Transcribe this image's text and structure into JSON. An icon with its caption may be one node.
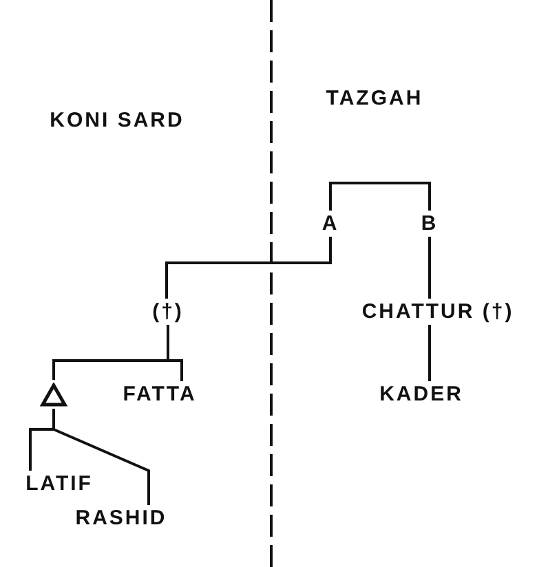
{
  "diagram": {
    "nodes": [
      {
        "text": [
          "A"
        ]
      },
      {
        "text": [
          "B"
        ]
      },
      {
        "text": [
          "(†)"
        ]
      },
      {
        "text": [
          "CHATTUR (†)"
        ]
      },
      {
        "text": [
          "KADER"
        ]
      },
      {
        "text": [],
        "shape": "triangle"
      },
      {
        "text": [
          "FATTA"
        ]
      },
      {
        "text": [
          "LATIF"
        ]
      },
      {
        "text": [
          "RASHID"
        ]
      }
    ],
    "edges": [
      {
        "from": 0,
        "to": 1,
        "arrow": "none"
      },
      {
        "from": 0,
        "to": 2,
        "arrow": "none"
      },
      {
        "from": 1,
        "to": 3,
        "arrow": "none"
      },
      {
        "from": 3,
        "to": 4,
        "arrow": "none"
      },
      {
        "from": 2,
        "to": 5,
        "arrow": "none"
      },
      {
        "from": 2,
        "to": 6,
        "arrow": "none"
      },
      {
        "from": 5,
        "to": 7,
        "arrow": "none"
      },
      {
        "from": 5,
        "to": 8,
        "arrow": "none"
      }
    ],
    "labels": [
      "KONI SARD",
      "TAZGAH"
    ]
  }
}
